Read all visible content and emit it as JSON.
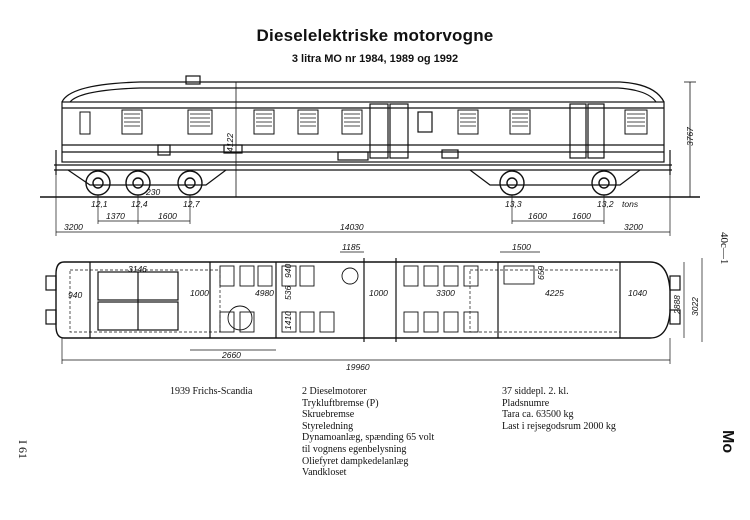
{
  "title": "Dieselelektriske motorvogne",
  "subtitle": "3 litra MO nr 1984, 1989 og 1992",
  "side_view": {
    "height_total": "3767",
    "height_body": "4122",
    "axle_offset": "230",
    "axle_loads": [
      "12,1",
      "12,4",
      "12,7",
      "13,3",
      "13,2"
    ],
    "axle_unit": "tons",
    "dims_row1": [
      "1370",
      "1600",
      "1600",
      "1600"
    ],
    "dims_row2": [
      "3200",
      "14030",
      "3200"
    ]
  },
  "plan_view": {
    "top_dims": [
      "1185",
      "1500"
    ],
    "room_dims": [
      "3146",
      "940",
      "1000",
      "4980",
      "940",
      "536",
      "1000",
      "3300",
      "4225",
      "1040",
      "659",
      "1410"
    ],
    "width_dims": [
      "2888",
      "3022"
    ],
    "bottom_dims": [
      "2660",
      "19960"
    ]
  },
  "left_info": {
    "builder": "1939 Frichs-Scandia"
  },
  "middle_info": {
    "lines": [
      "2 Dieselmotorer",
      "Trykluftbremse (P)",
      "Skruebremse",
      "Styreledning",
      "Dynamoanlæg, spænding 65 volt",
      "til vognens egenbelysning",
      "Oliefyret dampkedelanlæg",
      "Vandkloset"
    ]
  },
  "right_info": {
    "lines": [
      "37 siddepl. 2. kl.",
      "Pladsnumre",
      "Tara ca. 63500 kg",
      "Last i rejsegodsrum 2000 kg"
    ]
  },
  "page_ref": "I 61",
  "sheet_ref": "40c—1",
  "type_code": "Mo"
}
